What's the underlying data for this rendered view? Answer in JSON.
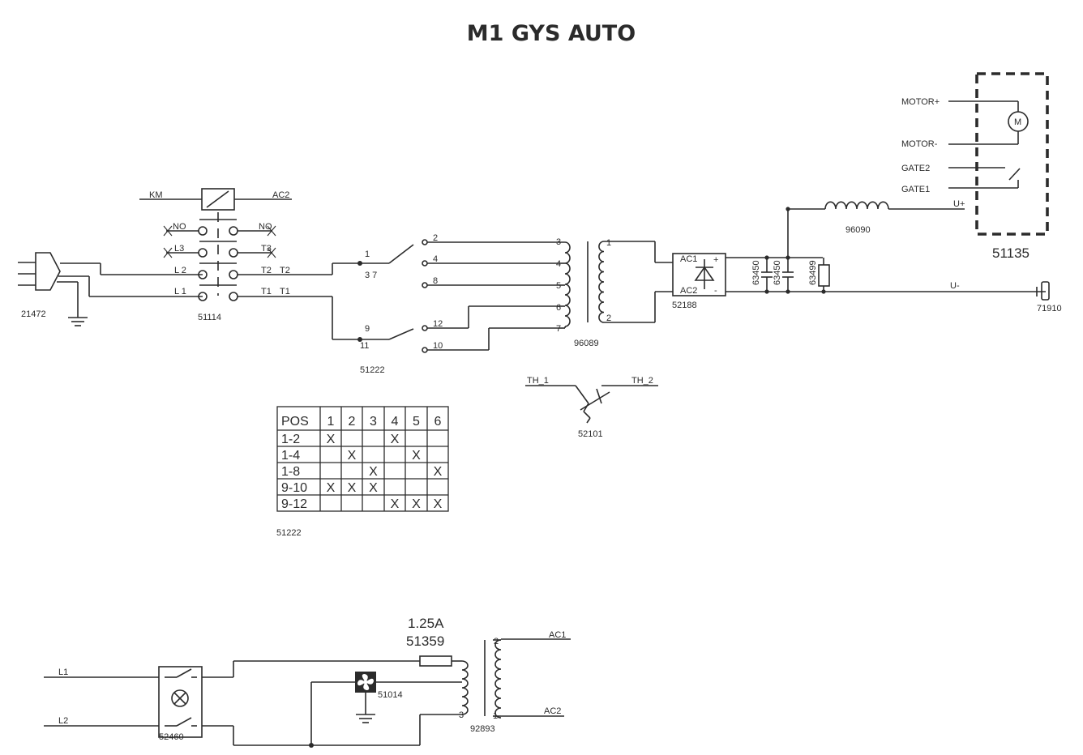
{
  "title": "M1 GYS AUTO",
  "refs": {
    "plug": "21472",
    "contactor": "51114",
    "selector": "51222",
    "selector_table": "51222",
    "transformer": "96089",
    "rectifier": "52188",
    "capacitor_a": "63450",
    "capacitor_b": "63450",
    "resistor": "63499",
    "inductor": "96090",
    "motor_unit": "51135",
    "clamp": "71910",
    "thermostat": "52101",
    "switch_lamp": "52460",
    "fan": "51014",
    "fuse": "51359",
    "aux_transformer": "92893"
  },
  "labels": {
    "km": "KM",
    "ac2_coil": "AC2",
    "no": "NO",
    "l3": "L3",
    "t3": "T3",
    "l2": "L 2",
    "t2": "T2",
    "l1": "L 1",
    "t1": "T1",
    "t2_out": "T2",
    "t1_out": "T1",
    "ac1": "AC1",
    "ac2": "AC2",
    "plus": "+",
    "minus": "-",
    "u_plus": "U+",
    "u_minus": "U-",
    "motor_plus": "MOTOR+",
    "motor_minus": "MOTOR-",
    "gate2": "GATE2",
    "gate1": "GATE1",
    "motor": "M",
    "th1": "TH_1",
    "th2": "TH_2",
    "fuse_rating": "1.25A",
    "aux_l1": "L1",
    "aux_l2": "L2",
    "aux_ac1": "AC1",
    "aux_ac2": "AC2"
  },
  "pins": {
    "sel_1": "1",
    "sel_37": "3  7",
    "sel_9": "9",
    "sel_11": "11",
    "sel_2": "2",
    "sel_4": "4",
    "sel_8": "8",
    "sel_12": "12",
    "sel_10": "10",
    "tr_3": "3",
    "tr_4": "4",
    "tr_5": "5",
    "tr_6": "6",
    "tr_7": "7",
    "tr_s1": "1",
    "tr_s2": "2",
    "aux_p2": "2",
    "aux_p3": "3",
    "aux_p1": "1"
  },
  "switch_table": {
    "header": [
      "POS",
      "1",
      "2",
      "3",
      "4",
      "5",
      "6"
    ],
    "rows": [
      [
        "1-2",
        "X",
        "",
        "",
        "X",
        "",
        ""
      ],
      [
        "1-4",
        "",
        "X",
        "",
        "",
        "X",
        ""
      ],
      [
        "1-8",
        "",
        "",
        "X",
        "",
        "",
        "X"
      ],
      [
        "9-10",
        "X",
        "X",
        "X",
        "",
        "",
        ""
      ],
      [
        "9-12",
        "",
        "",
        "",
        "X",
        "X",
        "X"
      ]
    ]
  }
}
